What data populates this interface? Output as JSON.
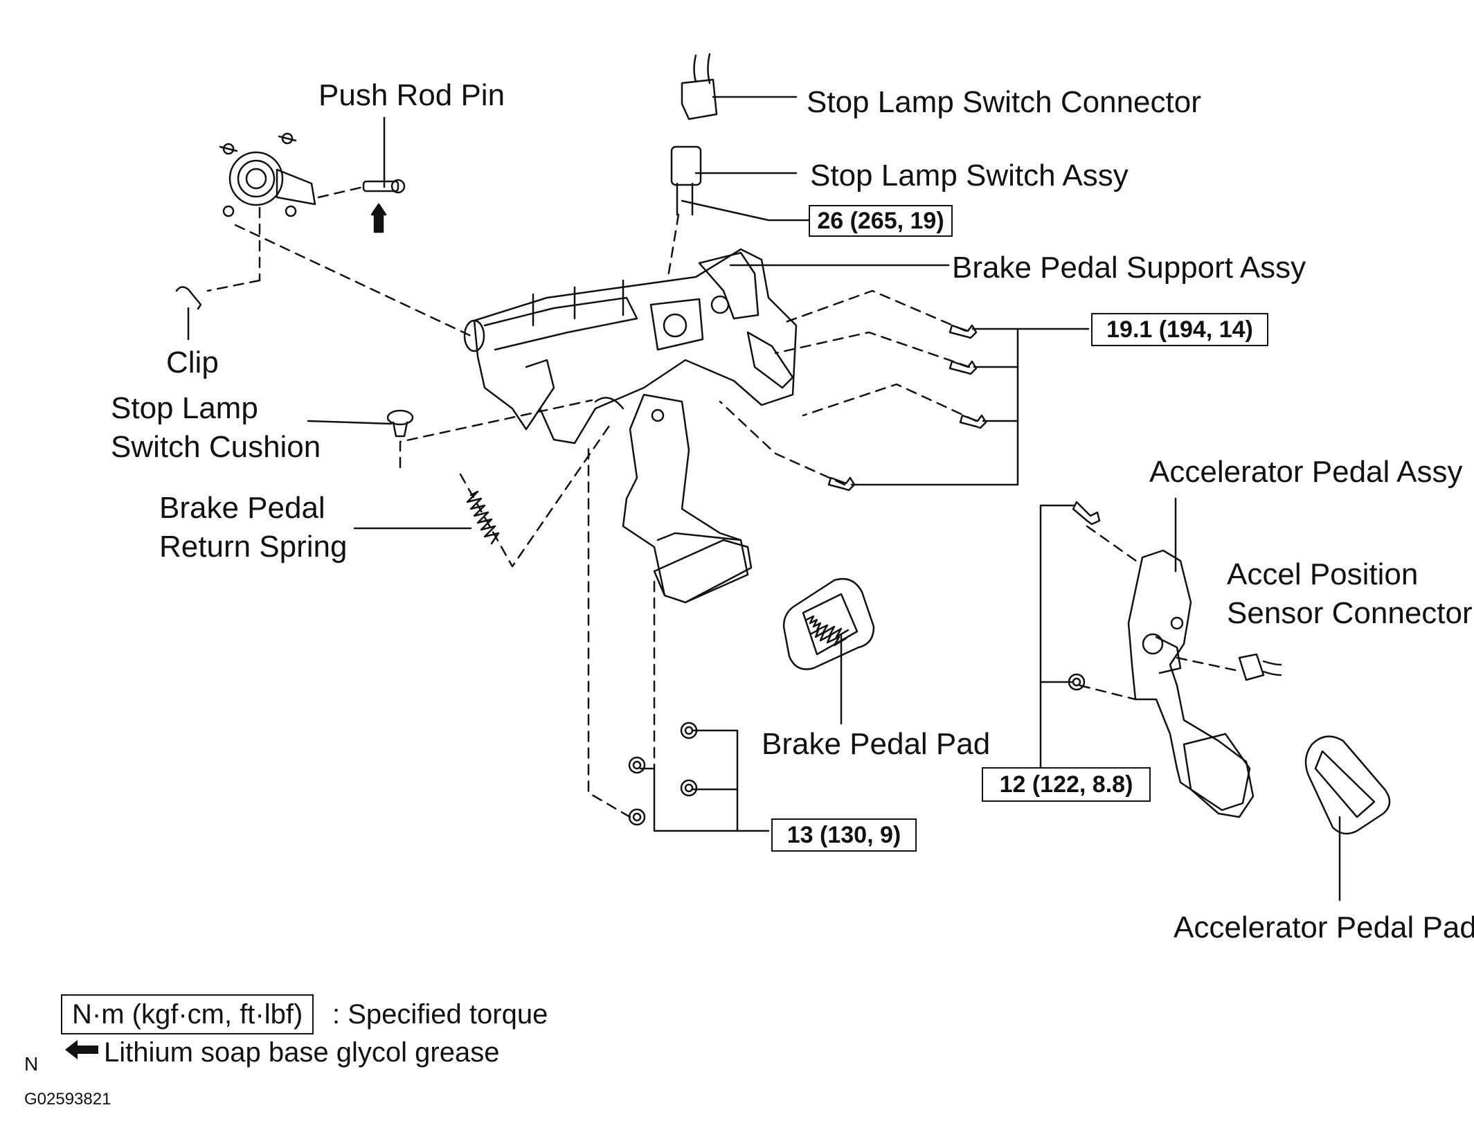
{
  "labels": {
    "push_rod_pin": "Push Rod Pin",
    "stop_lamp_switch_connector": "Stop Lamp Switch Connector",
    "stop_lamp_switch_assy": "Stop Lamp Switch Assy",
    "brake_pedal_support_assy": "Brake Pedal Support Assy",
    "clip": "Clip",
    "stop_lamp_switch_cushion": "Stop Lamp\nSwitch Cushion",
    "brake_pedal_return_spring": "Brake Pedal\nReturn Spring",
    "accelerator_pedal_assy": "Accelerator Pedal Assy",
    "accel_position_sensor_connector": "Accel Position\nSensor Connector",
    "brake_pedal_pad": "Brake Pedal Pad",
    "accelerator_pedal_pad": "Accelerator Pedal Pad"
  },
  "torques": {
    "stop_lamp_switch": "26 (265, 19)",
    "support_bolts": "19.1 (194, 14)",
    "accelerator_bolts": "12 (122, 8.8)",
    "pedal_nuts": "13 (130, 9)"
  },
  "legend": {
    "torque_box": "N·m (kgf·cm, ft·lbf)",
    "torque_desc": ": Specified torque",
    "grease_desc": "Lithium soap base glycol grease"
  },
  "corner": {
    "orientation_mark": "N",
    "figure_id": "G02593821"
  }
}
